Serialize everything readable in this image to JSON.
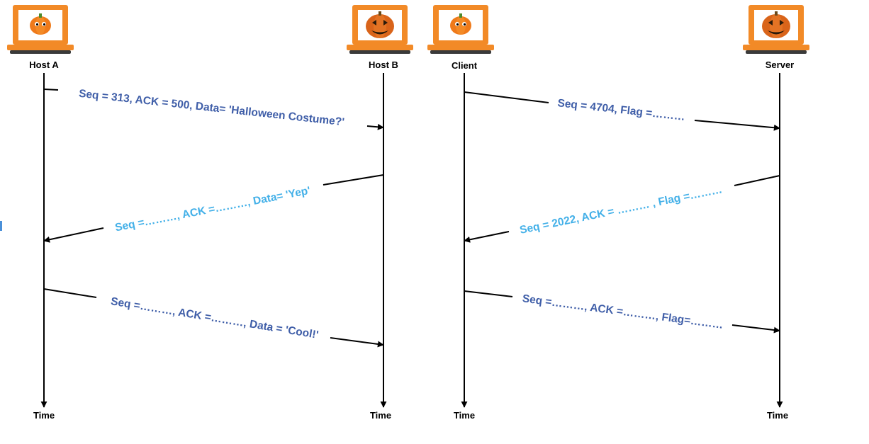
{
  "colors": {
    "dark_blue_text": "#3f5ea8",
    "light_blue_text": "#43b0e8",
    "line": "#000000",
    "laptop_orange": "#f28a27",
    "laptop_base": "#3a3a3a"
  },
  "icons": {
    "sender": "laptop-pumpkin-icon",
    "receiver": "laptop-jack-o-lantern-icon"
  },
  "left_diagram": {
    "host_left": "Host A",
    "host_right": "Host B",
    "time_left": "Time",
    "time_right": "Time",
    "messages": [
      {
        "text": "Seq = 313, ACK = 500, Data= 'Halloween Costume?'"
      },
      {
        "text": "Seq =………, ACK =………, Data= 'Yep'"
      },
      {
        "text": "Seq =………, ACK =………, Data = 'Cool!'"
      }
    ]
  },
  "right_diagram": {
    "host_left": "Client",
    "host_right": "Server",
    "time_left": "Time",
    "time_right": "Time",
    "messages": [
      {
        "text": "Seq = 4704, Flag =………"
      },
      {
        "text": "Seq = 2022, ACK = ……… , Flag =………"
      },
      {
        "text": "Seq =………, ACK =………, Flag=………"
      }
    ]
  }
}
